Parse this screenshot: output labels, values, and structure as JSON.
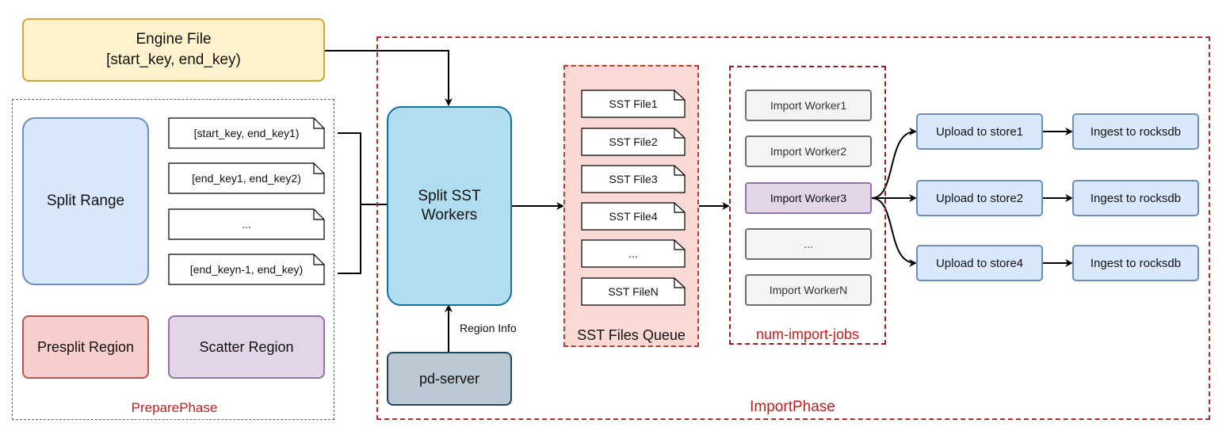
{
  "engine_file": {
    "line1": "Engine File",
    "line2": "[start_key, end_key)"
  },
  "prepare_phase": {
    "label": "PreparePhase",
    "split_range": "Split Range",
    "key_ranges": [
      "[start_key, end_key1)",
      "[end_key1, end_key2)",
      "...",
      "[end_keyn-1, end_key)"
    ],
    "presplit_region": "Presplit Region",
    "scatter_region": "Scatter Region"
  },
  "import_phase": {
    "label": "ImportPhase",
    "split_sst_workers": {
      "line1": "Split SST",
      "line2": "Workers"
    },
    "pd_server": "pd-server",
    "region_info": "Region Info",
    "sst_queue": {
      "label": "SST Files Queue",
      "files": [
        "SST File1",
        "SST File2",
        "SST File3",
        "SST File4",
        "...",
        "SST FileN"
      ]
    },
    "import_jobs": {
      "label": "num-import-jobs",
      "workers": [
        "Import Worker1",
        "Import Worker2",
        "Import Worker3",
        "...",
        "Import WorkerN"
      ]
    },
    "uploads": [
      "Upload to store1",
      "Upload to store2",
      "Upload to store4"
    ],
    "ingests": [
      "Ingest to rocksdb",
      "Ingest to rocksdb",
      "Ingest to rocksdb"
    ]
  },
  "colors": {
    "engine_fill": "#fff2cc",
    "engine_stroke": "#d6a32d",
    "split_range_fill": "#dae8fc",
    "split_range_stroke": "#6c8ebf",
    "presplit_fill": "#f8cecc",
    "presplit_stroke": "#b85450",
    "scatter_fill": "#e1d5e7",
    "scatter_stroke": "#9673a6",
    "sst_workers_fill": "#b1ddf0",
    "sst_workers_stroke": "#10739e",
    "pd_fill": "#bac8d3",
    "pd_stroke": "#23445d",
    "queue_fill": "#fad9d5",
    "highlight_worker_fill": "#e1d5e7",
    "phase_border": "#b22a2a"
  }
}
